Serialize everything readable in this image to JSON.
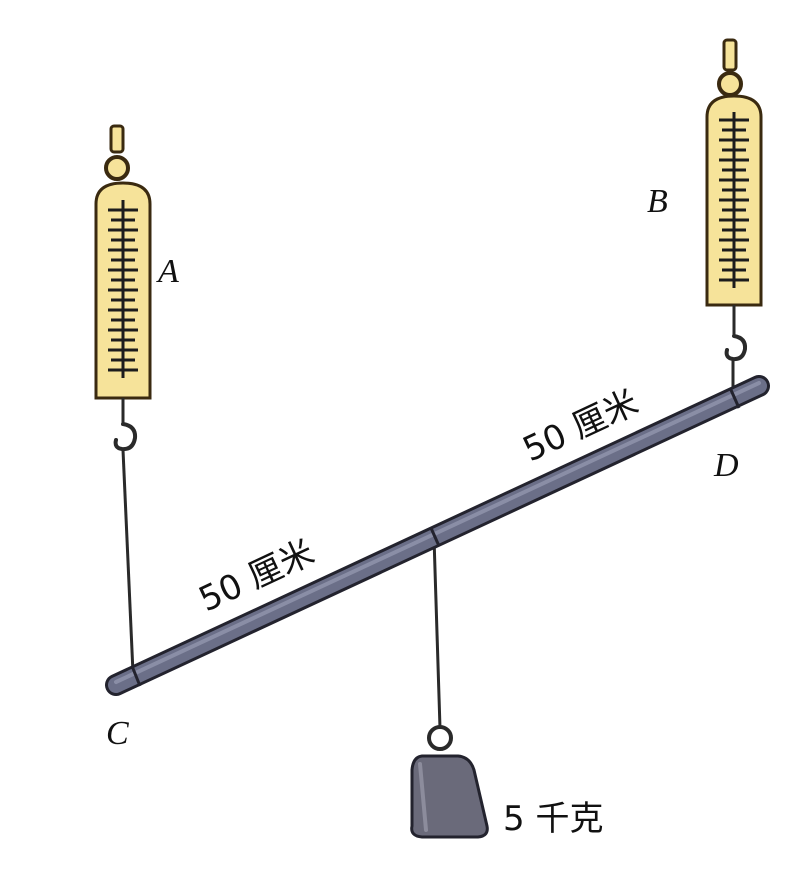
{
  "labels": {
    "scale_a": "A",
    "scale_b": "B",
    "end_c": "C",
    "end_d": "D",
    "left_length": "50 厘米",
    "right_length": "50 厘米",
    "weight": "5 千克"
  },
  "colors": {
    "scale_body": "#f6e39a",
    "scale_outline": "#3a2a10",
    "scale_marks": "#1c1c1c",
    "bar_fill": "#6b6f88",
    "bar_outline": "#23232e",
    "weight_fill": "#6a6a7a",
    "string": "#2a2a2a"
  }
}
